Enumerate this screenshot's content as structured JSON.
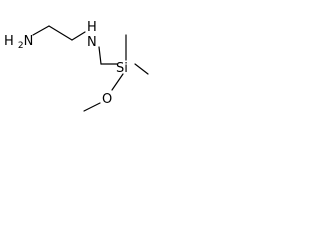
{
  "molecule": {
    "atoms": {
      "amine_terminal": "H2N",
      "amine_secondary_n": "N",
      "amine_secondary_h": "H",
      "silicon": "Si",
      "oxygen": "O"
    }
  },
  "colors": {
    "bond": "#000000",
    "text": "#000000",
    "background": "#ffffff"
  }
}
